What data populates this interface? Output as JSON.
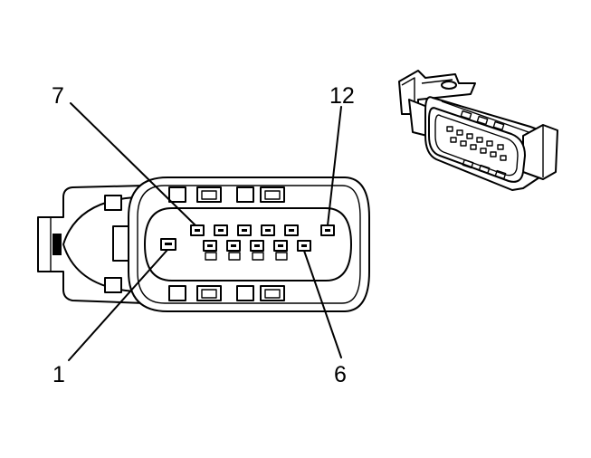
{
  "diagram": {
    "pin_labels": {
      "pin_7": "7",
      "pin_12": "12",
      "pin_1": "1",
      "pin_6": "6"
    },
    "views": [
      "face-view",
      "isometric-view"
    ],
    "colors": {
      "line": "#000000",
      "background": "#ffffff"
    }
  }
}
